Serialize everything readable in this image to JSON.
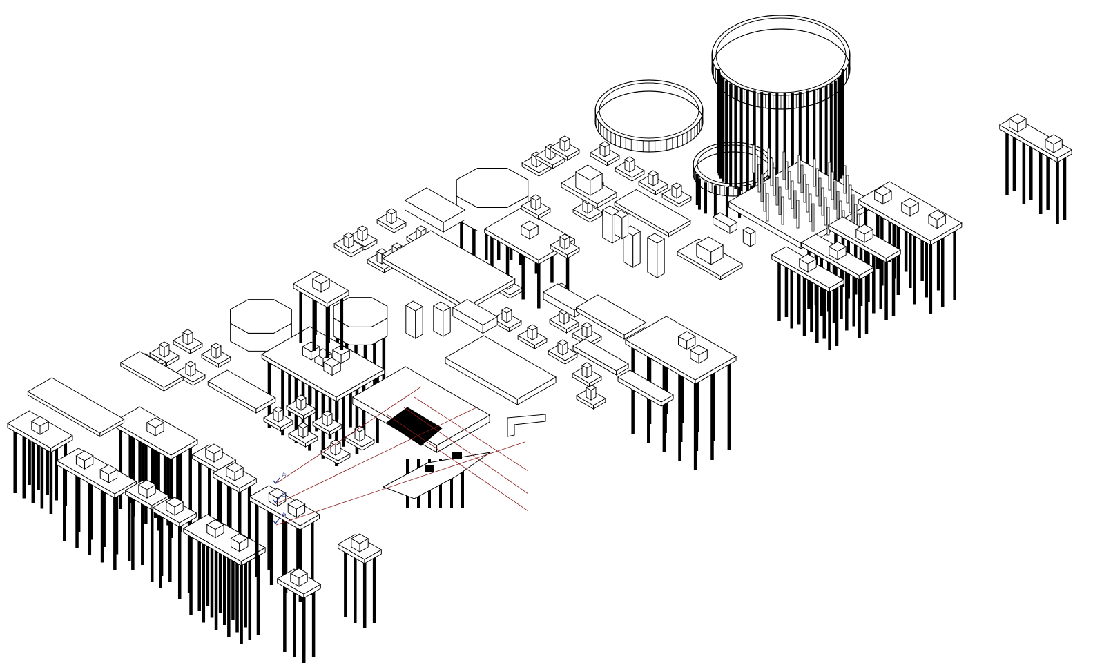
{
  "model": {
    "view": "isometric-wireframe",
    "background": "#ffffff",
    "line_color": "#000000",
    "section_line_color": "#8b1a1a",
    "annotation_color": "#2a3a8a"
  },
  "annotations": [
    {
      "text": "台",
      "icon": "blue-check-icon"
    },
    {
      "text": "台",
      "icon": "blue-check-icon"
    },
    {
      "text": "台",
      "icon": "blue-check-icon"
    }
  ]
}
